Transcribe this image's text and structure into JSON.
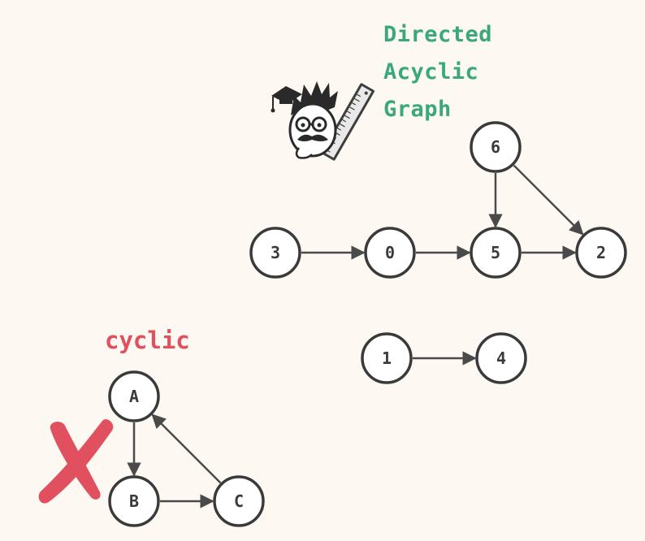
{
  "title": {
    "line1": "Directed",
    "line2": "Acyclic",
    "line3": "Graph"
  },
  "cyclic_label": "cyclic",
  "colors": {
    "background": "#fdf8f2",
    "title_green": "#3aa87b",
    "cyclic_red": "#e0505f",
    "node_stroke": "#3a3a3a",
    "edge": "#4a4a4a"
  },
  "dag": {
    "nodes": [
      "6",
      "3",
      "0",
      "5",
      "2",
      "1",
      "4"
    ],
    "edges": [
      [
        "3",
        "0"
      ],
      [
        "0",
        "5"
      ],
      [
        "5",
        "2"
      ],
      [
        "6",
        "5"
      ],
      [
        "6",
        "2"
      ],
      [
        "1",
        "4"
      ]
    ]
  },
  "cyclic_graph": {
    "nodes": [
      "A",
      "B",
      "C"
    ],
    "edges": [
      [
        "A",
        "B"
      ],
      [
        "B",
        "C"
      ],
      [
        "C",
        "A"
      ]
    ]
  },
  "icons": [
    "professor-mascot-icon",
    "ruler-icon",
    "cross-mark-icon"
  ]
}
